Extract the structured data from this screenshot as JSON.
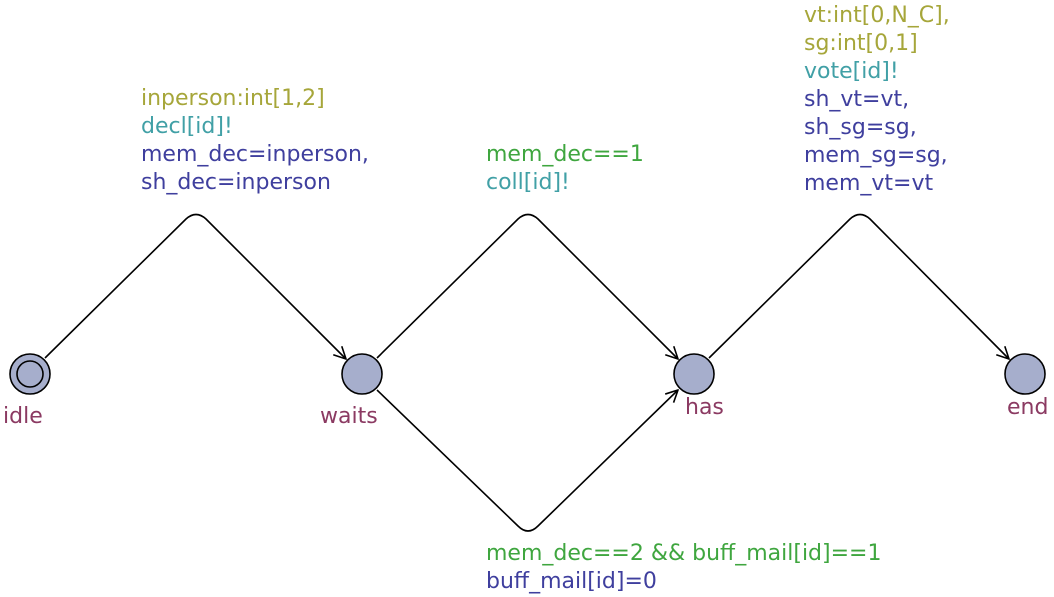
{
  "colors": {
    "location_fill": "#a6aecc",
    "location_stroke": "#000000",
    "edge": "#000000",
    "location_name": "#8b3a62",
    "select": "#a6a63a",
    "sync": "#41a0a6",
    "update": "#3f3f9e",
    "guard": "#3fa63f"
  },
  "locations": {
    "idle": {
      "name": "idle",
      "initial": true
    },
    "waits": {
      "name": "waits"
    },
    "has": {
      "name": "has"
    },
    "end": {
      "name": "end"
    }
  },
  "edges": {
    "idle_waits": {
      "select": "inperson:int[1,2]",
      "sync": "decl[id]!",
      "update1": "mem_dec=inperson,",
      "update2": "sh_dec=inperson"
    },
    "waits_has_top": {
      "guard": "mem_dec==1",
      "sync": "coll[id]!"
    },
    "waits_has_bottom": {
      "guard": "mem_dec==2 && buff_mail[id]==1",
      "update": "buff_mail[id]=0"
    },
    "has_end": {
      "select1": "vt:int[0,N_C],",
      "select2": "sg:int[0,1]",
      "sync": "vote[id]!",
      "update1": "sh_vt=vt,",
      "update2": "sh_sg=sg,",
      "update3": "mem_sg=sg,",
      "update4": "mem_vt=vt"
    }
  }
}
